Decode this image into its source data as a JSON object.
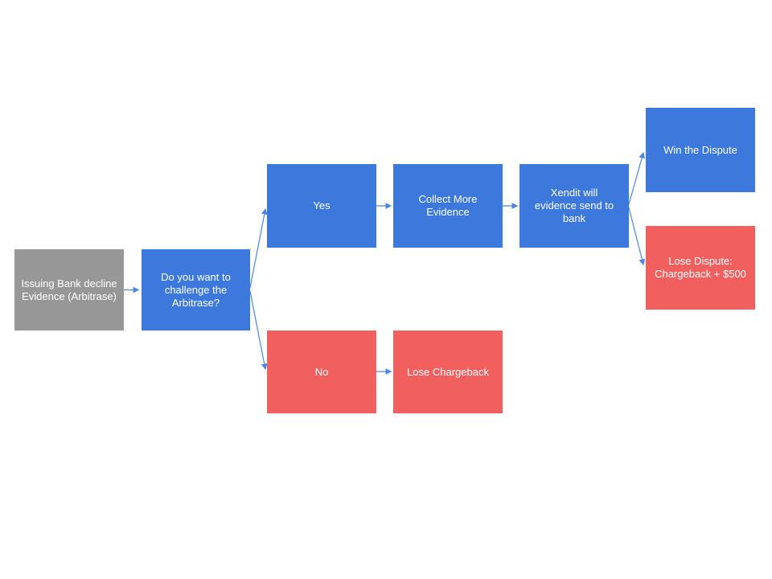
{
  "diagram": {
    "kind": "flowchart",
    "background": "#ffffff",
    "colors": {
      "start_gray": "#979797",
      "process_blue": "#3d78dc",
      "negative_red": "#f25f5f",
      "arrow_blue": "#4a86e8",
      "text_white": "#ffffff"
    },
    "nodes": [
      {
        "id": "issuing-bank",
        "label": "Issuing Bank decline Evidence (Arbitrase)",
        "color": "gray"
      },
      {
        "id": "decision",
        "label": "Do you want to challenge the Arbitrase?",
        "color": "blue"
      },
      {
        "id": "yes",
        "label": "Yes",
        "color": "blue"
      },
      {
        "id": "collect-evidence",
        "label": "Collect More Evidence",
        "color": "blue"
      },
      {
        "id": "xendit-send",
        "label": "Xendit will evidence send to bank",
        "color": "blue"
      },
      {
        "id": "win-dispute",
        "label": "Win the Dispute",
        "color": "blue"
      },
      {
        "id": "lose-dispute",
        "label": "Lose Dispute: Chargeback + $500",
        "color": "red"
      },
      {
        "id": "no",
        "label": "No",
        "color": "red"
      },
      {
        "id": "lose-chargeback",
        "label": "Lose Chargeback",
        "color": "red"
      }
    ],
    "edges": [
      {
        "from": "issuing-bank",
        "to": "decision"
      },
      {
        "from": "decision",
        "to": "yes"
      },
      {
        "from": "decision",
        "to": "no"
      },
      {
        "from": "yes",
        "to": "collect-evidence"
      },
      {
        "from": "collect-evidence",
        "to": "xendit-send"
      },
      {
        "from": "xendit-send",
        "to": "win-dispute"
      },
      {
        "from": "xendit-send",
        "to": "lose-dispute"
      },
      {
        "from": "no",
        "to": "lose-chargeback"
      }
    ]
  }
}
